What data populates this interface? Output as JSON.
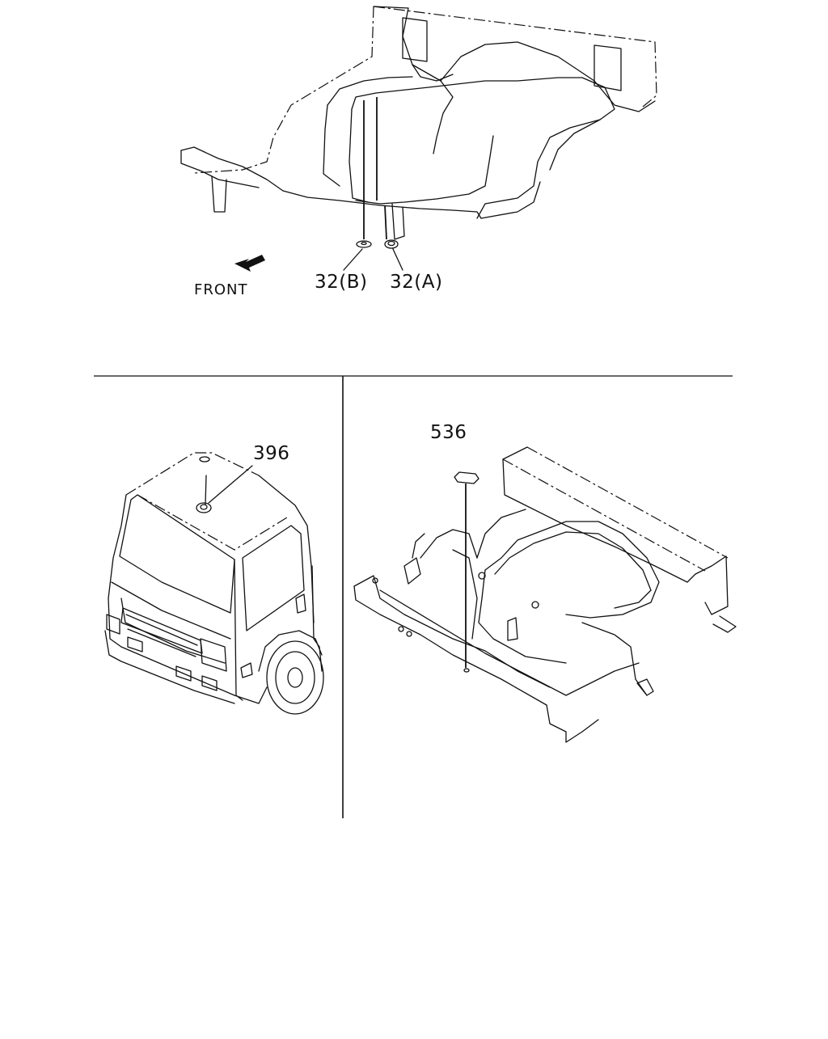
{
  "labels": {
    "part_32b": "32(B)",
    "part_32a": "32(A)",
    "front": "FRONT",
    "part_396": "396",
    "part_536": "536"
  },
  "colors": {
    "line": "#111111",
    "background": "#ffffff"
  }
}
